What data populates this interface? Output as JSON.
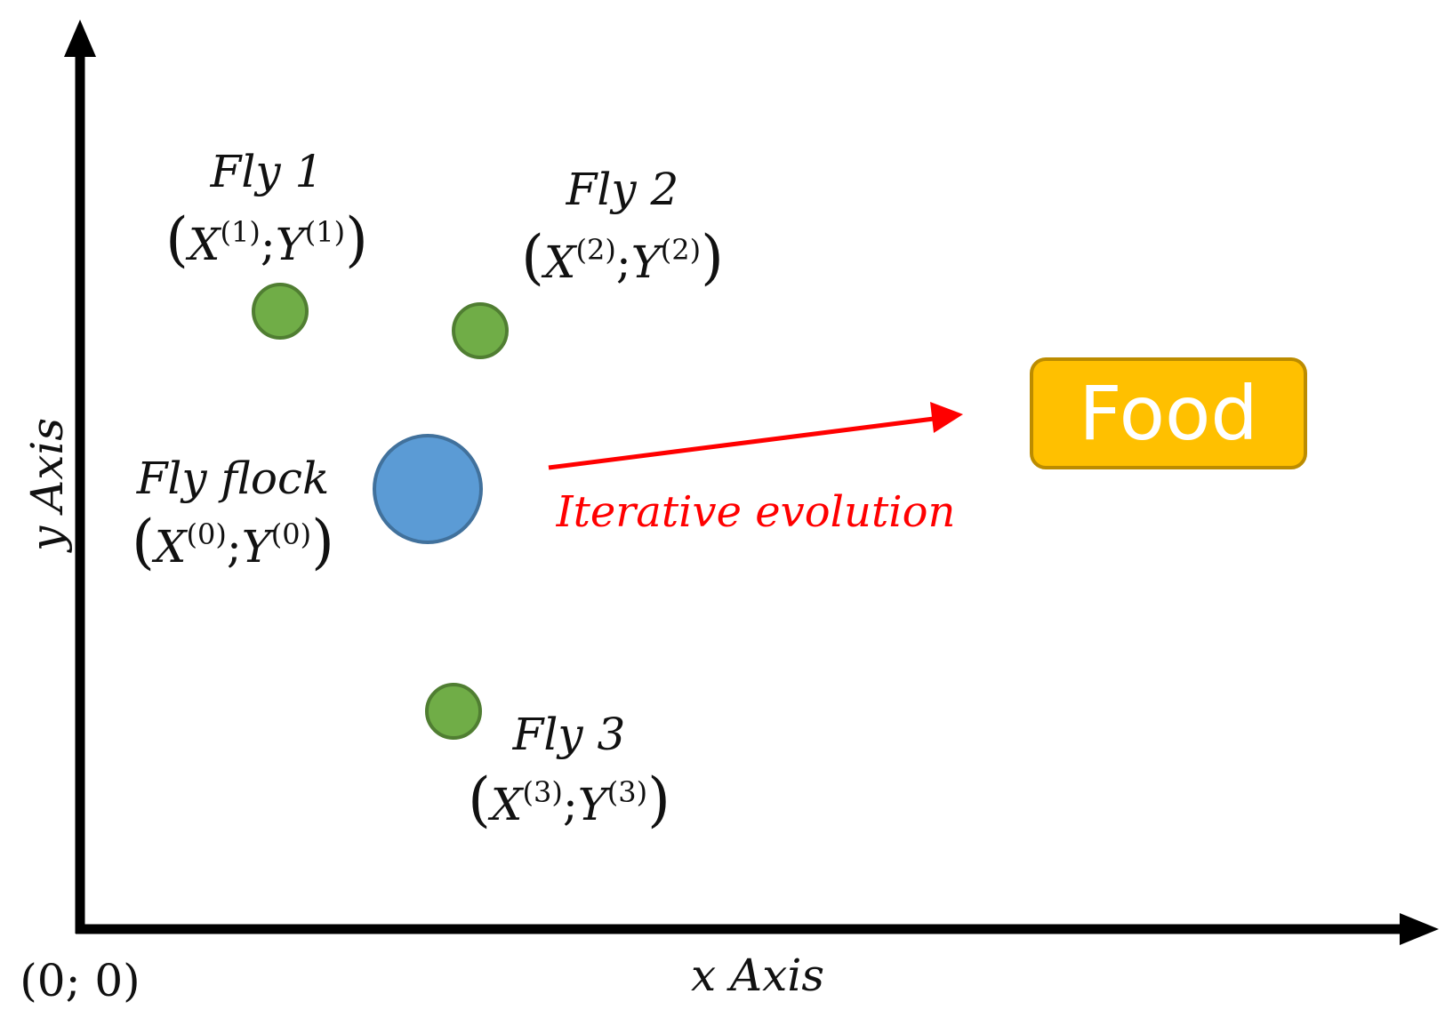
{
  "axes": {
    "x_label": "x Axis",
    "y_label": "y Axis",
    "origin_label": "(0; 0)"
  },
  "flock": {
    "name": "Fly flock",
    "coord": {
      "open": "(",
      "x": "X",
      "sup": "(0)",
      "sep": ";",
      "y": "Y",
      "close": ")"
    }
  },
  "flies": [
    {
      "name": "Fly 1",
      "coord": {
        "open": "(",
        "x": "X",
        "sup": "(1)",
        "sep": ";",
        "y": "Y",
        "close": ")"
      }
    },
    {
      "name": "Fly 2",
      "coord": {
        "open": "(",
        "x": "X",
        "sup": "(2)",
        "sep": ";",
        "y": "Y",
        "close": ")"
      }
    },
    {
      "name": "Fly 3",
      "coord": {
        "open": "(",
        "x": "X",
        "sup": "(3)",
        "sep": ";",
        "y": "Y",
        "close": ")"
      }
    }
  ],
  "arrow_label": "Iterative evolution",
  "food_label": "Food",
  "colors": {
    "axis": "#000000",
    "fly_fill": "#70ad47",
    "fly_stroke": "#507e32",
    "flock_fill": "#5b9bd5",
    "flock_stroke": "#41719c",
    "arrow": "#ff0000",
    "food_fill": "#ffc000",
    "food_stroke": "#bc8c00",
    "food_text": "#ffffff"
  }
}
